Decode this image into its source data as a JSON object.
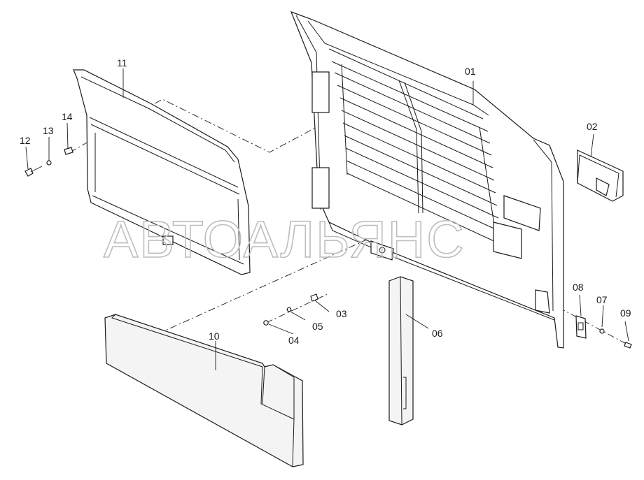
{
  "watermark": "АВТОАЛЬЯНС",
  "callouts": [
    {
      "id": "01",
      "label": "01"
    },
    {
      "id": "02",
      "label": "02"
    },
    {
      "id": "03",
      "label": "03"
    },
    {
      "id": "04",
      "label": "04"
    },
    {
      "id": "05",
      "label": "05"
    },
    {
      "id": "06",
      "label": "06"
    },
    {
      "id": "07",
      "label": "07"
    },
    {
      "id": "08",
      "label": "08"
    },
    {
      "id": "09",
      "label": "09"
    },
    {
      "id": "10",
      "label": "10"
    },
    {
      "id": "11",
      "label": "11"
    },
    {
      "id": "12",
      "label": "12"
    },
    {
      "id": "13",
      "label": "13"
    },
    {
      "id": "14",
      "label": "14"
    }
  ]
}
